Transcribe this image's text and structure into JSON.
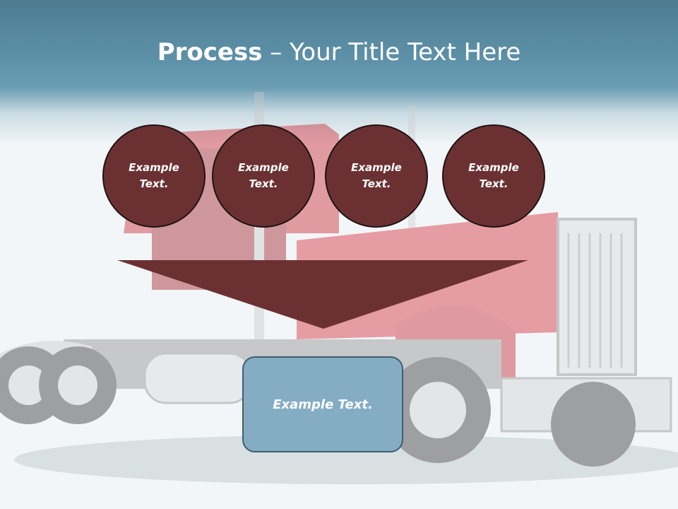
{
  "slide": {
    "title_bold": "Process",
    "title_rest": " – Your Title Text Here",
    "steps": [
      {
        "label": "Example Text."
      },
      {
        "label": "Example Text."
      },
      {
        "label": "Example Text."
      },
      {
        "label": "Example Text."
      }
    ],
    "result_label": "Example Text."
  },
  "colors": {
    "header": "#5f93aa",
    "circle_fill": "#6b3132",
    "funnel_fill": "#6b3132",
    "box_fill": "#84adc4"
  }
}
